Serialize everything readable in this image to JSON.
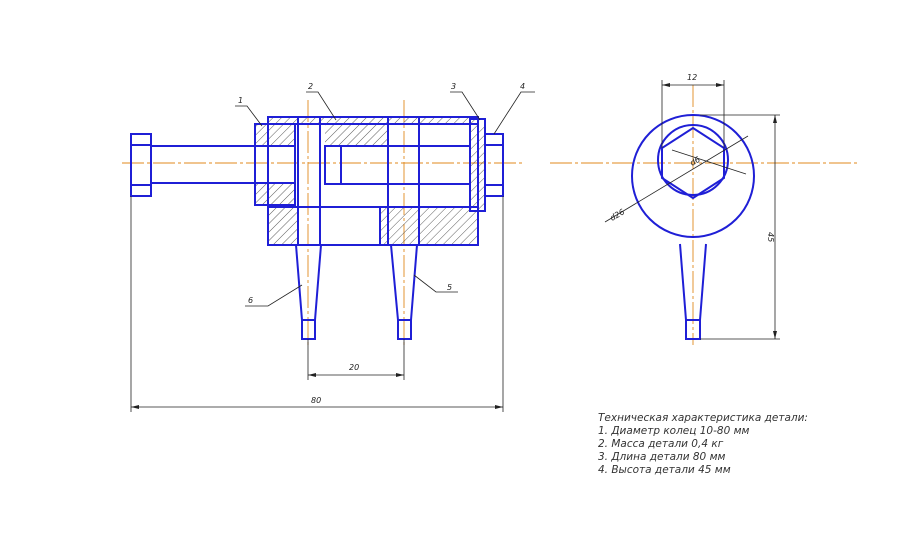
{
  "colors": {
    "outline": "#1f1fd6",
    "axis": "#e08a1e",
    "dim": "#222222",
    "hatch": "#333333"
  },
  "part_labels": [
    "1",
    "2",
    "3",
    "4",
    "5",
    "6"
  ],
  "dimensions": {
    "pin_spacing": "20",
    "total_length": "80",
    "side_width": "12",
    "side_height": "45",
    "hex_diameter": "d6",
    "ring_diameter": "d26"
  },
  "specs": {
    "title": "Техническая характеристика детали:",
    "items": [
      "1. Диаметр колец 10-80 мм",
      "2. Масса детали 0,4 кг",
      "3. Длина детали 80 мм",
      "4. Высота детали 45 мм"
    ]
  }
}
